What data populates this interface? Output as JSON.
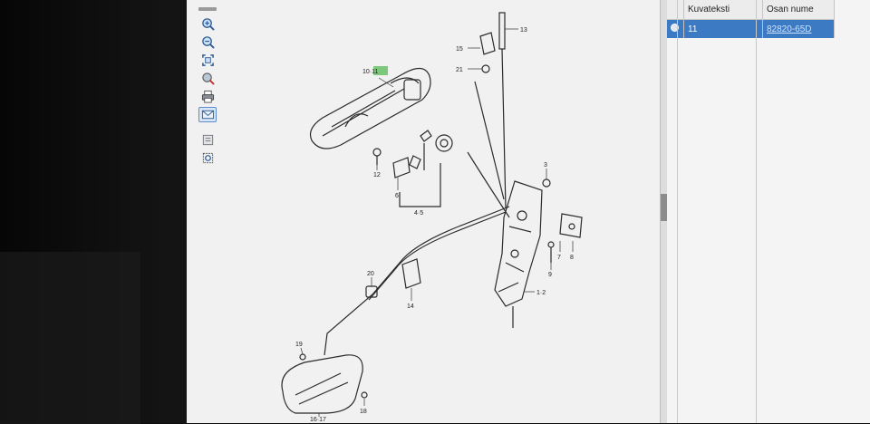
{
  "toolbar": {
    "tools": [
      {
        "name": "zoom-in-icon"
      },
      {
        "name": "zoom-out-icon"
      },
      {
        "name": "fit-to-window-icon"
      },
      {
        "name": "clear-highlight-icon"
      },
      {
        "name": "print-icon"
      },
      {
        "name": "email-icon"
      },
      {
        "name": "export-icon"
      },
      {
        "name": "zoom-area-icon"
      }
    ]
  },
  "diagram": {
    "callouts": {
      "c13": "13",
      "c15": "15",
      "c21": "21",
      "c10_11": "10·11",
      "c12": "12",
      "c6": "6",
      "c4_5": "4·5",
      "c3": "3",
      "c7": "7",
      "c8": "8",
      "c9": "9",
      "c1_2": "1·2",
      "c20": "20",
      "c14": "14",
      "c19": "19",
      "c18": "18",
      "c16_17": "16·17"
    },
    "highlight_color": "#7ec87e"
  },
  "parts_table": {
    "headers": [
      "Kuvateksti",
      "Osan nume"
    ],
    "rows": [
      {
        "caption": "11",
        "part_number": "82820-65D",
        "selected": true
      }
    ]
  },
  "colors": {
    "selection": "#3c7ac3",
    "link": "#cfe3ff"
  }
}
